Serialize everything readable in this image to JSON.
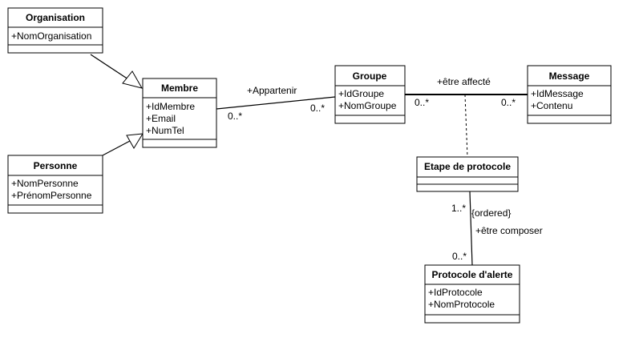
{
  "classes": {
    "organisation": {
      "name": "Organisation",
      "attributes": [
        "+NomOrganisation"
      ]
    },
    "personne": {
      "name": "Personne",
      "attributes": [
        "+NomPersonne",
        "+PrénomPersonne"
      ]
    },
    "membre": {
      "name": "Membre",
      "attributes": [
        "+IdMembre",
        "+Email",
        "+NumTel"
      ]
    },
    "groupe": {
      "name": "Groupe",
      "attributes": [
        "+IdGroupe",
        "+NomGroupe"
      ]
    },
    "message": {
      "name": "Message",
      "attributes": [
        "+IdMessage",
        "+Contenu"
      ]
    },
    "etape": {
      "name": "Etape de protocole",
      "attributes": []
    },
    "protocole": {
      "name": "Protocole d'alerte",
      "attributes": [
        "+IdProtocole",
        "+NomProtocole"
      ]
    }
  },
  "associations": {
    "appartenir": {
      "label": "+Appartenir",
      "mult_membre": "0..*",
      "mult_groupe": "0..*"
    },
    "etre_affecte": {
      "label": "+être affecté",
      "mult_groupe": "0..*",
      "mult_message": "0..*"
    },
    "etre_composer": {
      "label": "+être composer",
      "constraint": "{ordered}",
      "mult_etape": "1..*",
      "mult_protocole": "0..*"
    }
  }
}
